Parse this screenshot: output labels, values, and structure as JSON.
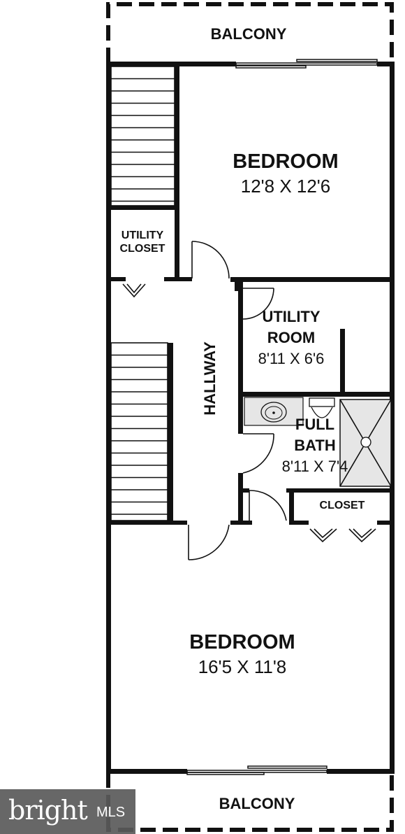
{
  "rooms": {
    "balcony_top": "BALCONY",
    "bedroom_top": {
      "name": "BEDROOM",
      "dims": "12'8 X 12'6"
    },
    "utility_closet": {
      "line1": "UTILITY",
      "line2": "CLOSET"
    },
    "utility_room": {
      "line1": "UTILITY",
      "line2": "ROOM",
      "dims": "8'11 X 6'6"
    },
    "hallway": "HALLWAY",
    "full_bath": {
      "line1": "FULL",
      "line2": "BATH",
      "dims": "8'11 X 7'4"
    },
    "closet": "CLOSET",
    "bedroom_bottom": {
      "name": "BEDROOM",
      "dims": "16'5 X 11'8"
    },
    "balcony_bottom": "BALCONY"
  },
  "watermark": {
    "brand": "bright",
    "suffix": "MLS"
  },
  "colors": {
    "wall": "#111111",
    "fixture_fill": "#e6e6e6",
    "watermark_bg": "#5a5a5a"
  }
}
